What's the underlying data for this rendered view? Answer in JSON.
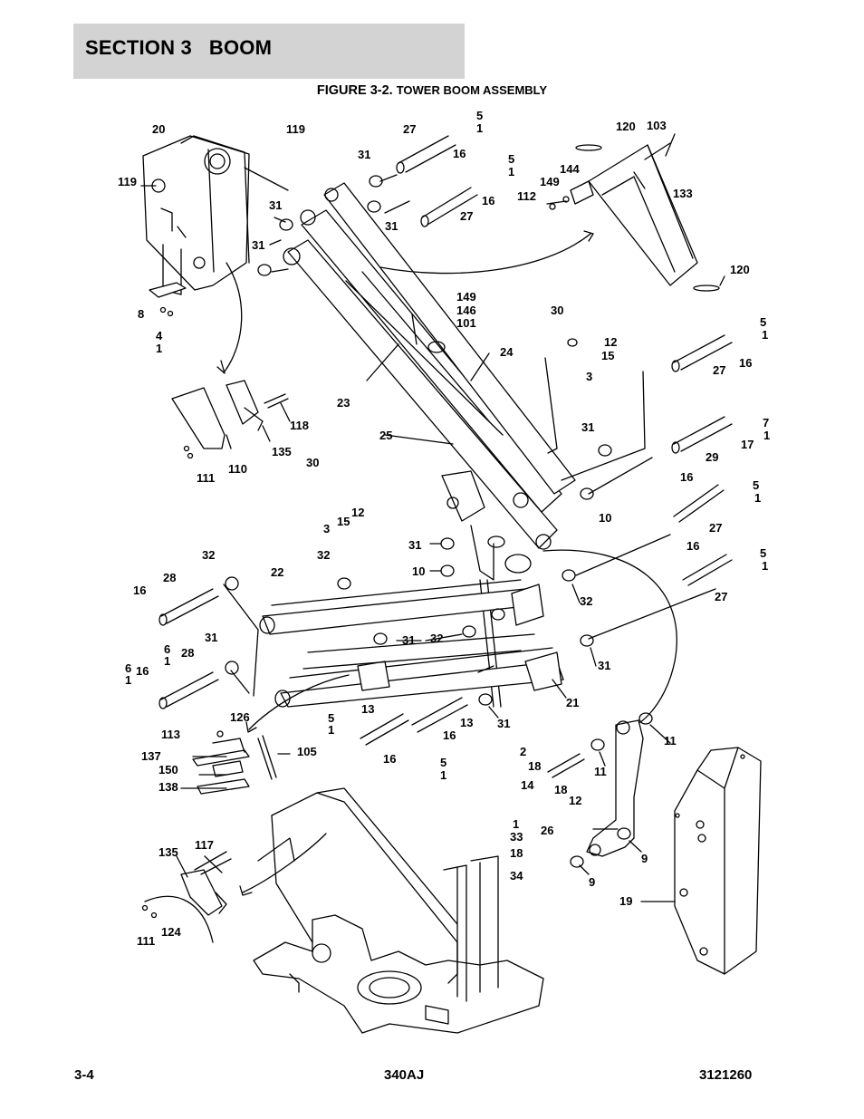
{
  "section": {
    "title": "SECTION 3   BOOM"
  },
  "figure": {
    "number": "FIGURE 3-2.",
    "name": "TOWER BOOM ASSEMBLY"
  },
  "footer": {
    "page": "3-4",
    "model": "340AJ",
    "doc_number": "3121260"
  },
  "callouts": [
    {
      "id": "c1",
      "text": "20"
    },
    {
      "id": "c2",
      "text": "119"
    },
    {
      "id": "c3",
      "text": "119"
    },
    {
      "id": "c4",
      "text": "27"
    },
    {
      "id": "c5",
      "text": "5"
    },
    {
      "id": "c6",
      "text": "1"
    },
    {
      "id": "c7",
      "text": "16"
    },
    {
      "id": "c8",
      "text": "31"
    },
    {
      "id": "c9",
      "text": "5"
    },
    {
      "id": "c10",
      "text": "1"
    },
    {
      "id": "c11",
      "text": "16"
    },
    {
      "id": "c12",
      "text": "27"
    },
    {
      "id": "c13",
      "text": "31"
    },
    {
      "id": "c14",
      "text": "31"
    },
    {
      "id": "c15",
      "text": "31"
    },
    {
      "id": "c16",
      "text": "120"
    },
    {
      "id": "c17",
      "text": "103"
    },
    {
      "id": "c18",
      "text": "144"
    },
    {
      "id": "c19",
      "text": "149"
    },
    {
      "id": "c20",
      "text": "112"
    },
    {
      "id": "c21",
      "text": "133"
    },
    {
      "id": "c22",
      "text": "120"
    },
    {
      "id": "c23",
      "text": "8"
    },
    {
      "id": "c24",
      "text": "4"
    },
    {
      "id": "c25",
      "text": "1"
    },
    {
      "id": "c26",
      "text": "149"
    },
    {
      "id": "c27",
      "text": "146"
    },
    {
      "id": "c28",
      "text": "101"
    },
    {
      "id": "c29",
      "text": "30"
    },
    {
      "id": "c30",
      "text": "24"
    },
    {
      "id": "c31",
      "text": "12"
    },
    {
      "id": "c32",
      "text": "15"
    },
    {
      "id": "c33",
      "text": "3"
    },
    {
      "id": "c34",
      "text": "5"
    },
    {
      "id": "c35",
      "text": "1"
    },
    {
      "id": "c36",
      "text": "27"
    },
    {
      "id": "c37",
      "text": "16"
    },
    {
      "id": "c38",
      "text": "23"
    },
    {
      "id": "c39",
      "text": "118"
    },
    {
      "id": "c40",
      "text": "135"
    },
    {
      "id": "c41",
      "text": "110"
    },
    {
      "id": "c42",
      "text": "111"
    },
    {
      "id": "c43",
      "text": "25"
    },
    {
      "id": "c44",
      "text": "31"
    },
    {
      "id": "c45",
      "text": "7"
    },
    {
      "id": "c46",
      "text": "1"
    },
    {
      "id": "c47",
      "text": "17"
    },
    {
      "id": "c48",
      "text": "29"
    },
    {
      "id": "c49",
      "text": "30"
    },
    {
      "id": "c50",
      "text": "12"
    },
    {
      "id": "c51",
      "text": "15"
    },
    {
      "id": "c52",
      "text": "3"
    },
    {
      "id": "c53",
      "text": "16"
    },
    {
      "id": "c54",
      "text": "5"
    },
    {
      "id": "c55",
      "text": "1"
    },
    {
      "id": "c56",
      "text": "10"
    },
    {
      "id": "c57",
      "text": "27"
    },
    {
      "id": "c58",
      "text": "31"
    },
    {
      "id": "c59",
      "text": "10"
    },
    {
      "id": "c60",
      "text": "16"
    },
    {
      "id": "c61",
      "text": "5"
    },
    {
      "id": "c62",
      "text": "1"
    },
    {
      "id": "c63",
      "text": "27"
    },
    {
      "id": "c64",
      "text": "32"
    },
    {
      "id": "c65",
      "text": "32"
    },
    {
      "id": "c66",
      "text": "22"
    },
    {
      "id": "c67",
      "text": "28"
    },
    {
      "id": "c68",
      "text": "16"
    },
    {
      "id": "c69",
      "text": "32"
    },
    {
      "id": "c70",
      "text": "6"
    },
    {
      "id": "c71",
      "text": "1"
    },
    {
      "id": "c72",
      "text": "31"
    },
    {
      "id": "c73",
      "text": "28"
    },
    {
      "id": "c74",
      "text": "31"
    },
    {
      "id": "c75",
      "text": "32"
    },
    {
      "id": "c76",
      "text": "31"
    },
    {
      "id": "c77",
      "text": "6"
    },
    {
      "id": "c78",
      "text": "1"
    },
    {
      "id": "c79",
      "text": "16"
    },
    {
      "id": "c80",
      "text": "21"
    },
    {
      "id": "c81",
      "text": "126"
    },
    {
      "id": "c82",
      "text": "13"
    },
    {
      "id": "c83",
      "text": "5"
    },
    {
      "id": "c84",
      "text": "1"
    },
    {
      "id": "c85",
      "text": "13"
    },
    {
      "id": "c86",
      "text": "16"
    },
    {
      "id": "c87",
      "text": "31"
    },
    {
      "id": "c88",
      "text": "113"
    },
    {
      "id": "c89",
      "text": "105"
    },
    {
      "id": "c90",
      "text": "16"
    },
    {
      "id": "c91",
      "text": "5"
    },
    {
      "id": "c92",
      "text": "1"
    },
    {
      "id": "c93",
      "text": "11"
    },
    {
      "id": "c94",
      "text": "137"
    },
    {
      "id": "c95",
      "text": "150"
    },
    {
      "id": "c96",
      "text": "138"
    },
    {
      "id": "c97",
      "text": "2"
    },
    {
      "id": "c98",
      "text": "18"
    },
    {
      "id": "c99",
      "text": "14"
    },
    {
      "id": "c100",
      "text": "18"
    },
    {
      "id": "c101",
      "text": "12"
    },
    {
      "id": "c102",
      "text": "11"
    },
    {
      "id": "c103",
      "text": "1"
    },
    {
      "id": "c104",
      "text": "33"
    },
    {
      "id": "c105",
      "text": "18"
    },
    {
      "id": "c106",
      "text": "34"
    },
    {
      "id": "c107",
      "text": "26"
    },
    {
      "id": "c108",
      "text": "9"
    },
    {
      "id": "c109",
      "text": "9"
    },
    {
      "id": "c110",
      "text": "135"
    },
    {
      "id": "c111",
      "text": "117"
    },
    {
      "id": "c112",
      "text": "19"
    },
    {
      "id": "c113",
      "text": "124"
    },
    {
      "id": "c114",
      "text": "111"
    }
  ]
}
